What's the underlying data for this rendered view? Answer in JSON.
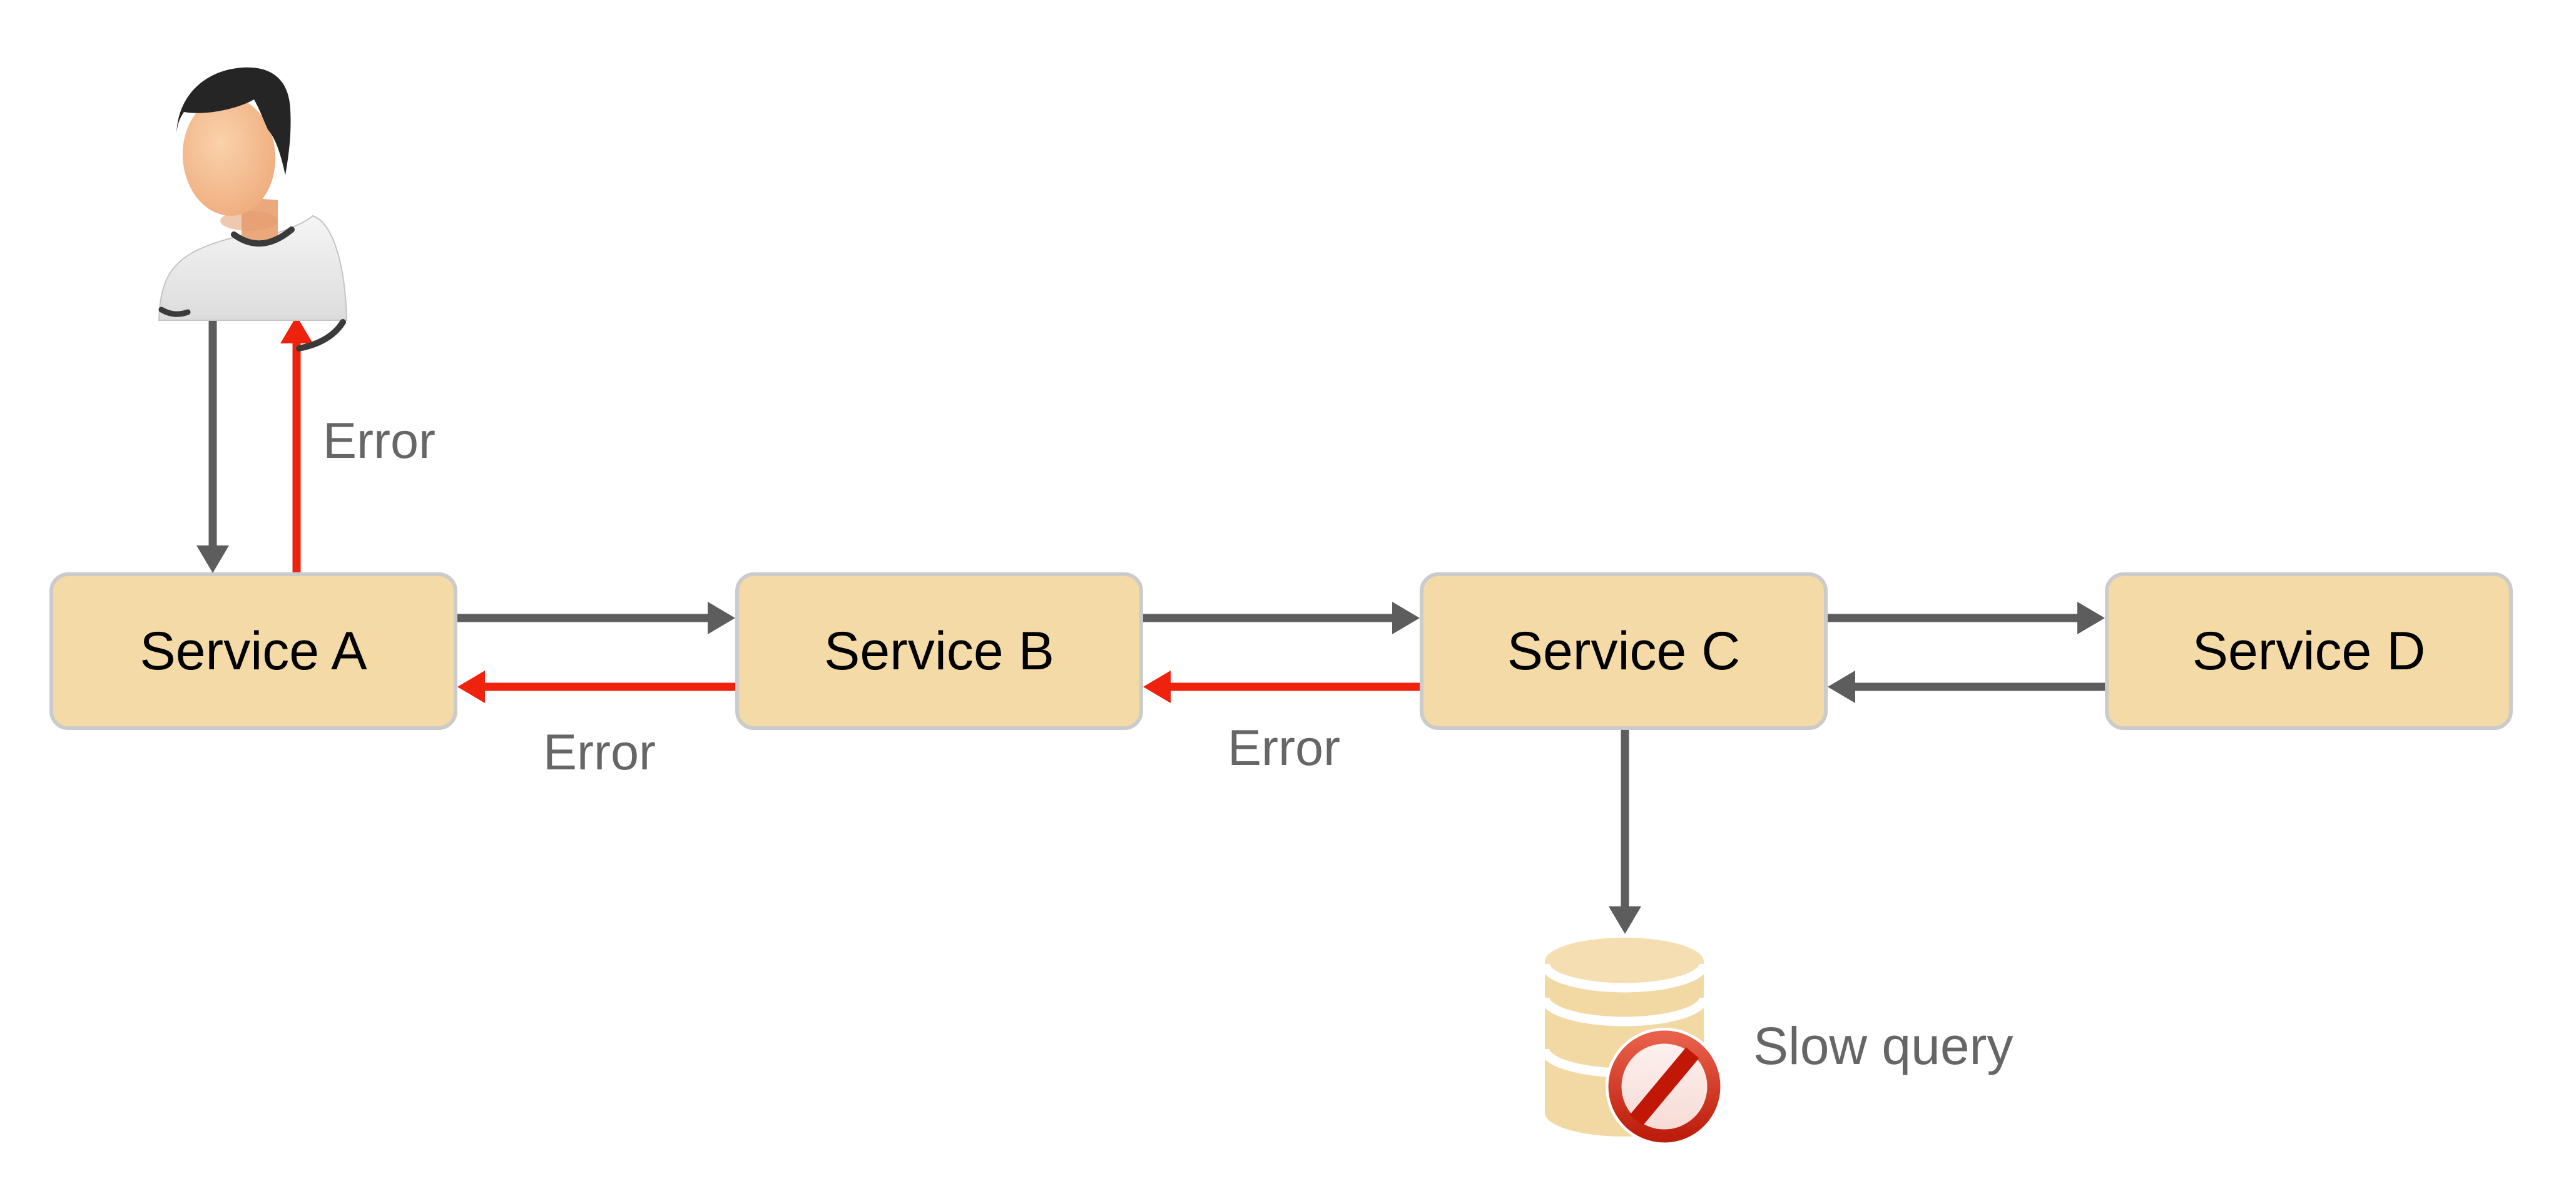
{
  "diagram": {
    "title": "Service error propagation with slow database query",
    "actor": {
      "name": "user"
    },
    "nodes": [
      {
        "id": "service-a",
        "label": "Service A"
      },
      {
        "id": "service-b",
        "label": "Service B"
      },
      {
        "id": "service-c",
        "label": "Service C"
      },
      {
        "id": "service-d",
        "label": "Service D"
      },
      {
        "id": "database",
        "label": "",
        "type": "database"
      }
    ],
    "edges": [
      {
        "from": "user",
        "to": "service-a",
        "type": "request",
        "label": ""
      },
      {
        "from": "service-a",
        "to": "user",
        "type": "error",
        "label": "Error"
      },
      {
        "from": "service-a",
        "to": "service-b",
        "type": "request",
        "label": ""
      },
      {
        "from": "service-b",
        "to": "service-a",
        "type": "error",
        "label": "Error"
      },
      {
        "from": "service-b",
        "to": "service-c",
        "type": "request",
        "label": ""
      },
      {
        "from": "service-c",
        "to": "service-b",
        "type": "error",
        "label": "Error"
      },
      {
        "from": "service-c",
        "to": "service-d",
        "type": "request",
        "label": ""
      },
      {
        "from": "service-d",
        "to": "service-c",
        "type": "response",
        "label": ""
      },
      {
        "from": "service-c",
        "to": "database",
        "type": "request",
        "label": ""
      }
    ],
    "annotations": [
      {
        "target": "database",
        "text": "Slow query",
        "icon": "no-entry-icon"
      }
    ]
  },
  "colors": {
    "background": "#ffffff",
    "node-fill": "#f3daa6",
    "node-border": "#cbcbcb",
    "node-text": "#000000",
    "arrow-gray": "#5d5d5d",
    "arrow-red": "#ee220d",
    "label-gray": "#666666",
    "db-tan": "#f2d9a4",
    "db-tan-top": "#f5dfb2"
  }
}
